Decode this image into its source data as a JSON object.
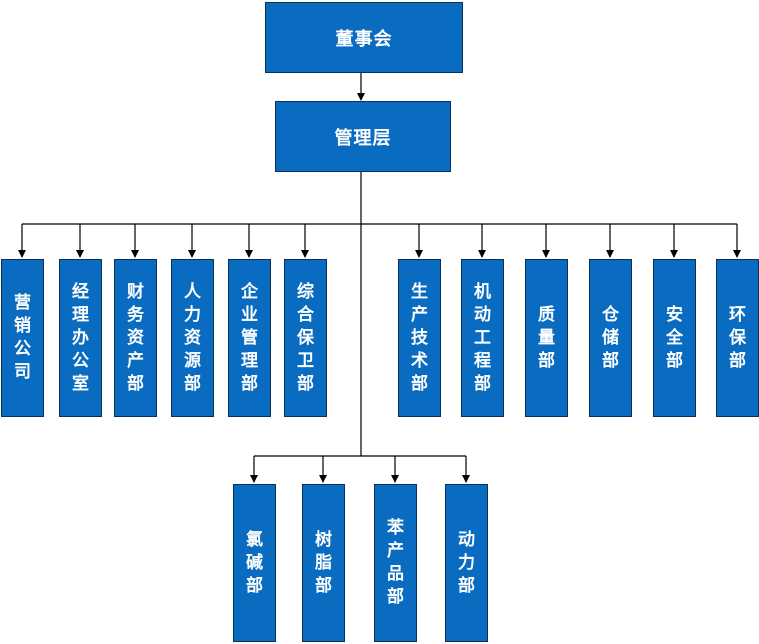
{
  "top": "董事会",
  "management": "管理层",
  "left_departments": [
    "营销公司",
    "经理办公室",
    "财务资产部",
    "人力资源部",
    "企业管理部",
    "综合保卫部"
  ],
  "right_departments": [
    "生产技术部",
    "机动工程部",
    "质量部",
    "仓储部",
    "安全部",
    "环保部"
  ],
  "bottom_departments": [
    "氯碱部",
    "树脂部",
    "苯产品部",
    "动力部"
  ],
  "colors": {
    "box_fill": "#0a6cc1",
    "box_border": "#0b2f57",
    "line": "#000000",
    "text": "#ffffff"
  }
}
